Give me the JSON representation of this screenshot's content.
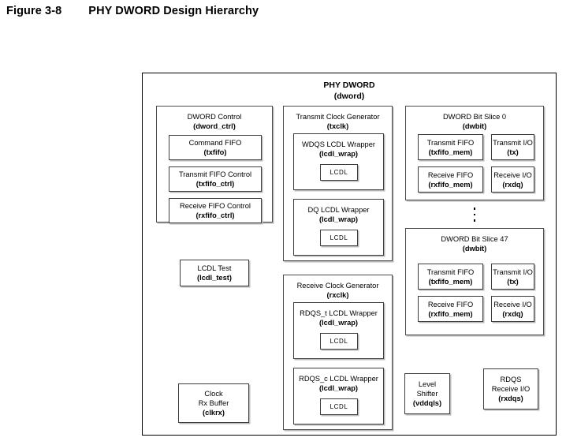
{
  "figure": {
    "number": "Figure 3-8",
    "title": "PHY DWORD Design Hierarchy"
  },
  "diagram": {
    "root": {
      "label": "PHY DWORD",
      "module": "(dword)"
    },
    "dword_control": {
      "label": "DWORD Control",
      "module": "(dword_ctrl)",
      "children": [
        {
          "label": "Command FIFO",
          "module": "(txfifo)"
        },
        {
          "label": "Transmit FIFO Control",
          "module": "(txfifo_ctrl)"
        },
        {
          "label": "Receive FIFO Control",
          "module": "(rxfifo_ctrl)"
        }
      ]
    },
    "lcdl_test": {
      "label": "LCDL Test",
      "module": "(lcdl_test)"
    },
    "clock_rx_buffer": {
      "label": "Clock",
      "label2": "Rx Buffer",
      "module": "(clkrx)"
    },
    "transmit_clock_generator": {
      "label": "Transmit Clock Generator",
      "module": "(txclk)",
      "wrappers": [
        {
          "label": "WDQS LCDL Wrapper",
          "module": "(lcdl_wrap)",
          "inner": "LCDL"
        },
        {
          "label": "DQ LCDL Wrapper",
          "module": "(lcdl_wrap)",
          "inner": "LCDL"
        }
      ]
    },
    "receive_clock_generator": {
      "label": "Receive Clock Generator",
      "module": "(rxclk)",
      "wrappers": [
        {
          "label": "RDQS_t LCDL Wrapper",
          "module": "(lcdl_wrap)",
          "inner": "LCDL"
        },
        {
          "label": "RDQS_c LCDL Wrapper",
          "module": "(lcdl_wrap)",
          "inner": "LCDL"
        }
      ]
    },
    "bit_slices": [
      {
        "label": "DWORD Bit Slice  0",
        "module": "(dwbit)",
        "cells": [
          {
            "label": "Transmit FIFO",
            "module": "(txfifo_mem)"
          },
          {
            "label": "Transmit I/O",
            "module": "(tx)"
          },
          {
            "label": "Receive FIFO",
            "module": "(rxfifo_mem)"
          },
          {
            "label": "Receive I/O",
            "module": "(rxdq)"
          }
        ]
      },
      {
        "label": "DWORD Bit Slice  47",
        "module": "(dwbit)",
        "cells": [
          {
            "label": "Transmit FIFO",
            "module": "(txfifo_mem)"
          },
          {
            "label": "Transmit I/O",
            "module": "(tx)"
          },
          {
            "label": "Receive FIFO",
            "module": "(rxfifo_mem)"
          },
          {
            "label": "Receive I/O",
            "module": "(rxdq)"
          }
        ]
      }
    ],
    "ellipsis_symbol": "vertical-ellipsis",
    "level_shifter": {
      "label": "Level",
      "label2": "Shifter",
      "module": "(vddqls)"
    },
    "rdqs_receive_io": {
      "label": "RDQS",
      "label2": "Receive I/O",
      "module": "(rxdqs)"
    }
  }
}
